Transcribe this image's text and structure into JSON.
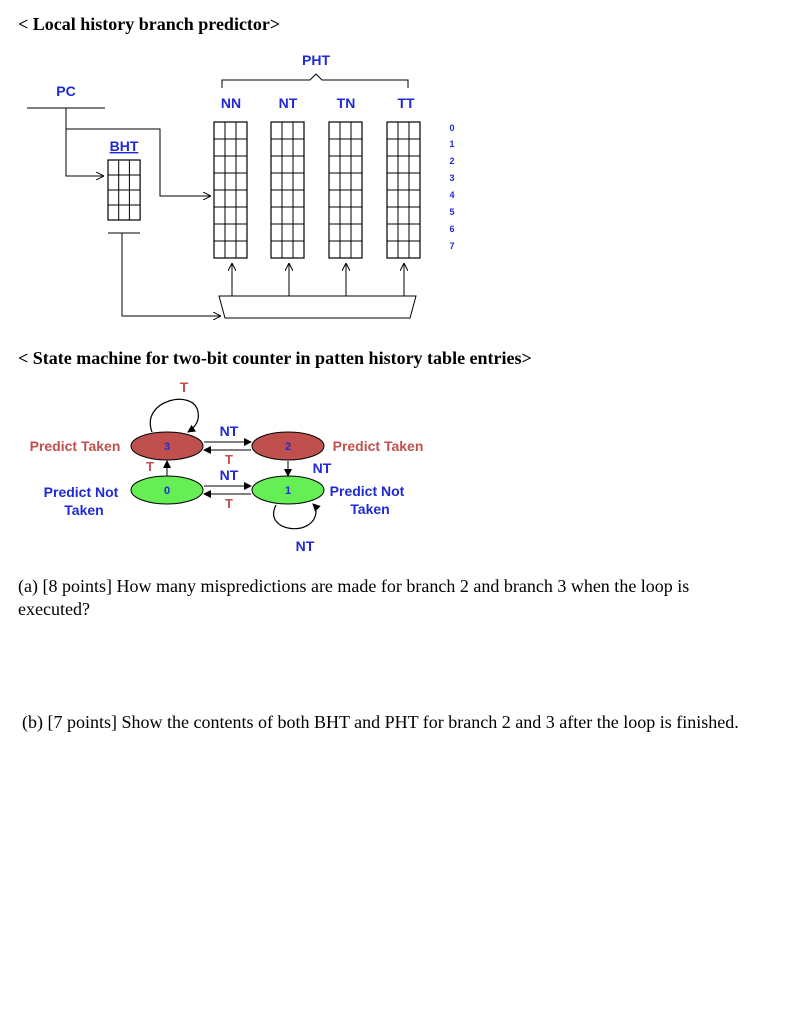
{
  "headings": {
    "local": "< Local history branch predictor>",
    "state_machine": "< State machine for two-bit counter in patten history table entries>"
  },
  "predictor": {
    "pht_label": "PHT",
    "pc_label": "PC",
    "bht_label": "BHT",
    "columns": [
      "NN",
      "NT",
      "TN",
      "TT"
    ],
    "row_indices": [
      "0",
      "1",
      "2",
      "3",
      "4",
      "5",
      "6",
      "7"
    ]
  },
  "state_machine": {
    "states": [
      {
        "id": "3",
        "color": "#c0504d",
        "label": "Predict Taken"
      },
      {
        "id": "2",
        "color": "#c0504d",
        "label": "Predict Taken"
      },
      {
        "id": "0",
        "color": "#66ee55",
        "label": "Predict Not Taken"
      },
      {
        "id": "1",
        "color": "#66ee55",
        "label": "Predict Not Taken"
      }
    ],
    "labels": {
      "self_top": "T",
      "nt_top": "NT",
      "t_mid": "T",
      "nt_mid": "NT",
      "t_low": "T",
      "t_left": "T",
      "nt_right": "NT",
      "nt_bottom": "NT"
    },
    "text": {
      "left_top": "Predict Taken",
      "left_bottom_1": "Predict Not",
      "left_bottom_2": "Taken",
      "right_top": "Predict Taken",
      "right_bottom_1": "Predict Not",
      "right_bottom_2": "Taken"
    },
    "colors": {
      "blue": "#1f2ad6",
      "red": "#c0504d",
      "green": "#66ee55"
    }
  },
  "questions": {
    "a": "(a) [8 points] How many mispredictions are made for branch 2 and branch 3 when the loop is executed?",
    "b": "(b) [7 points] Show the contents of both BHT and PHT for branch 2 and 3 after the loop is finished."
  }
}
